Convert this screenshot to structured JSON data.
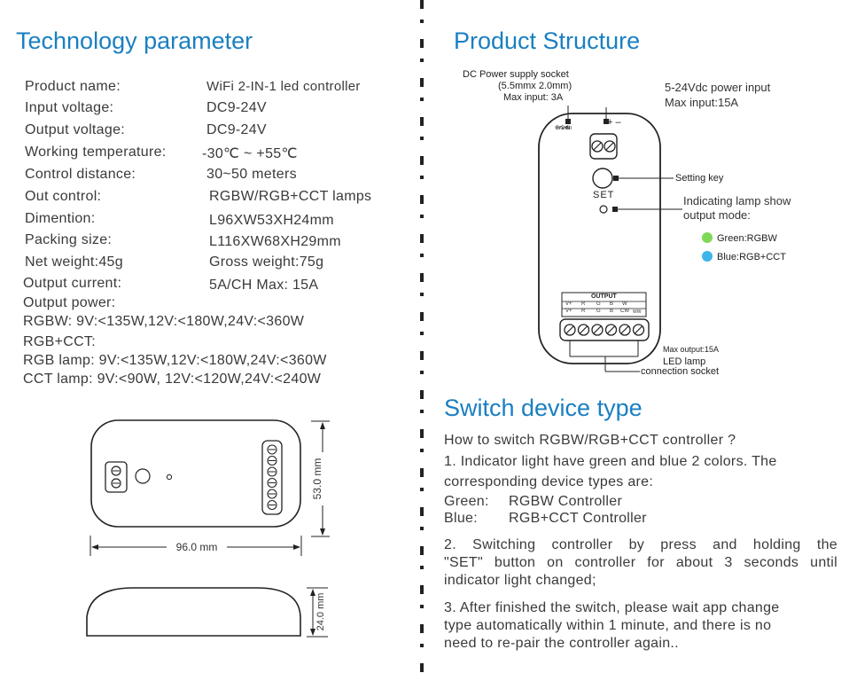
{
  "left": {
    "title": "Technology parameter",
    "specs": [
      {
        "label": "Product name:",
        "value": "WiFi 2-IN-1 led controller"
      },
      {
        "label": "Input voltage:",
        "value": "DC9-24V"
      },
      {
        "label": "Output voltage:",
        "value": "DC9-24V"
      },
      {
        "label": "Working temperature:",
        "value": "-30℃ ~ +55℃"
      },
      {
        "label": "Control distance:",
        "value": "30~50 meters"
      },
      {
        "label": "Out control:",
        "value": "RGBW/RGB+CCT lamps"
      },
      {
        "label": "Dimention:",
        "value": "L96XW53XH24mm"
      },
      {
        "label": "Packing size:",
        "value": "L116XW68XH29mm"
      },
      {
        "label": "Net weight:45g",
        "value": "Gross weight:75g"
      },
      {
        "label": "Output current:",
        "value": "5A/CH  Max: 15A"
      }
    ],
    "output_power_label": "Output power:",
    "output_power_lines": [
      "RGBW: 9V:<135W,12V:<180W,24V:<360W",
      "RGB+CCT:",
      "RGB lamp:  9V:<135W,12V:<180W,24V:<360W",
      "CCT lamp:  9V:<90W,   12V:<120W,24V:<240W"
    ],
    "dimensions": {
      "height": "53.0 mm",
      "width": "96.0 mm",
      "depth": "24.0 mm"
    }
  },
  "right": {
    "structure_title": "Product Structure",
    "dc_socket": [
      "DC Power supply socket",
      "(5.5mmx 2.0mm)",
      "Max input: 3A"
    ],
    "power_input": [
      "5-24Vdc power input",
      "Max input:15A"
    ],
    "setting_key": "Setting key",
    "set_label": "SET",
    "input_label": "INPUT",
    "indicator": [
      "Indicating lamp show",
      "output mode:"
    ],
    "green_mode": "Green:RGBW",
    "blue_mode": "Blue:RGB+CCT",
    "output_header": "OUTPUT",
    "output_row1": [
      "V+",
      "R",
      "G",
      "B",
      "W"
    ],
    "output_row2": [
      "V+",
      "R",
      "G",
      "B",
      "CW",
      "WW"
    ],
    "max_output": "Max output:15A",
    "led_socket": [
      "LED lamp",
      "connection socket"
    ],
    "switch_title": "Switch device type",
    "switch_question": "How to switch RGBW/RGB+CCT controller ?",
    "step1": [
      "1. Indicator light have green and blue 2 colors. The",
      "corresponding device types are:"
    ],
    "green_type": {
      "label": "Green:",
      "value": "RGBW Controller"
    },
    "blue_type": {
      "label": "Blue:",
      "value": "RGB+CCT Controller"
    },
    "step2": [
      "2. Switching controller by press and holding the",
      "\"SET\" button on controller for about 3 seconds until",
      "indicator light changed;"
    ],
    "step3": [
      "3. After finished the switch, please wait  app  change",
      "type automatically  within 1 minute, and there is no",
      "need to re-pair the controller again.."
    ]
  },
  "colors": {
    "title": "#1a7fc1",
    "green_led": "#7ed957",
    "blue_led": "#3fb4e8"
  }
}
